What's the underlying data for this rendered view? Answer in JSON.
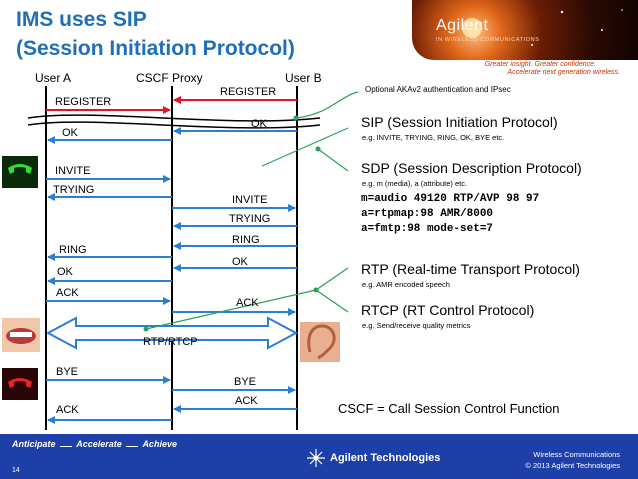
{
  "title": {
    "line1": "IMS uses SIP",
    "line2": "(Session Initiation Protocol)"
  },
  "banner": {
    "brand": "Agilent",
    "sub": "IN WIRELESS COMMUNICATIONS",
    "tagline1": "Greater insight. Greater confidence.",
    "tagline2": "Accelerate next generation wireless."
  },
  "participants": {
    "user_a": "User A",
    "cscf": "CSCF Proxy",
    "user_b": "User B"
  },
  "messages": {
    "register_1": "REGISTER",
    "register_2": "REGISTER",
    "ok_reg_1": "OK",
    "ok_reg_2": "OK",
    "invite_1": "INVITE",
    "trying_1": "TRYING",
    "invite_2": "INVITE",
    "trying_2": "TRYING",
    "ring_2": "RING",
    "ring_1": "RING",
    "ok_2": "OK",
    "ok_1": "OK",
    "ack_1": "ACK",
    "ack_2": "ACK",
    "rtp": "RTP/RTCP",
    "bye_1": "BYE",
    "bye_2": "BYE",
    "ack_3": "ACK",
    "ack_4": "ACK"
  },
  "notes": {
    "optional": "Optional AKAv2 authentication and IPsec",
    "sip_head": "SIP (Session Initiation Protocol)",
    "sip_sub": "e.g. INVITE, TRYING, RING, OK, BYE etc.",
    "sdp_head": "SDP (Session Description Protocol)",
    "sdp_sub": "e.g. m (media), a (attribute) etc.",
    "sdp_line1": "m=audio 49120 RTP/AVP 98 97",
    "sdp_line2": "a=rtpmap:98 AMR/8000",
    "sdp_line3": "a=fmtp:98 mode-set=7",
    "rtp_head": "RTP (Real-time Transport Protocol)",
    "rtp_sub": "e.g. AMR encoded speech",
    "rtcp_head": "RTCP (RT Control Protocol)",
    "rtcp_sub": "e.g. Send/receive quality metrics",
    "cscf_def": "CSCF = Call Session Control Function"
  },
  "footer": {
    "slogan": [
      "Anticipate",
      "Accelerate",
      "Achieve"
    ],
    "page": "14",
    "company": "Agilent Technologies",
    "right1": "Wireless Communications",
    "right2": "© 2013 Agilent Technologies"
  },
  "colors": {
    "title": "#1f6fb8",
    "arrow": "#2a7fd4",
    "register_arrow": "#e8102a",
    "connector": "#2aa05a",
    "footer": "#1e3ea8"
  },
  "icons": [
    "green-phone-icon",
    "smiling-mouth-icon",
    "ear-icon",
    "red-phone-icon",
    "agilent-spark-icon"
  ]
}
